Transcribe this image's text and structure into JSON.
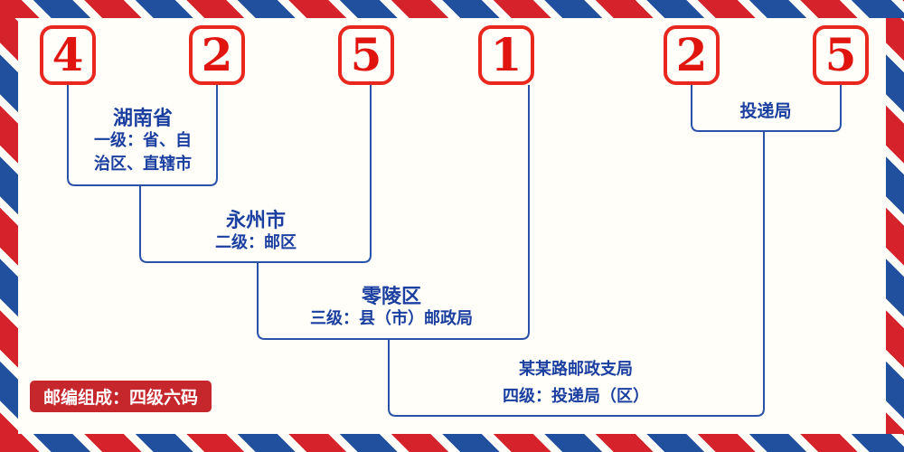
{
  "postal_code": {
    "digits": [
      "4",
      "2",
      "5",
      "1",
      "2",
      "5"
    ]
  },
  "annotations": {
    "level1": {
      "name": "湖南省",
      "desc_lines": [
        "一级：省、自",
        "治区、直辖市"
      ]
    },
    "level2": {
      "name": "永州市",
      "desc": "二级：邮区"
    },
    "level3": {
      "name": "零陵区",
      "desc": "三级：县（市）邮政局"
    },
    "level4": {
      "name": "某某路邮政支局",
      "desc": "四级：投递局（区）"
    },
    "delivery_office": {
      "name": "投递局"
    }
  },
  "footer": {
    "composition": "邮编组成：四级六码"
  },
  "colors": {
    "digit_red": "#e0150f",
    "box_border_red": "#e8281e",
    "line_blue": "#2a52a8",
    "text_blue": "#1a3fa0",
    "badge_red": "#c5272d",
    "background": "#fffef8",
    "stripe_red": "#d6222a",
    "stripe_blue": "#20509e"
  }
}
